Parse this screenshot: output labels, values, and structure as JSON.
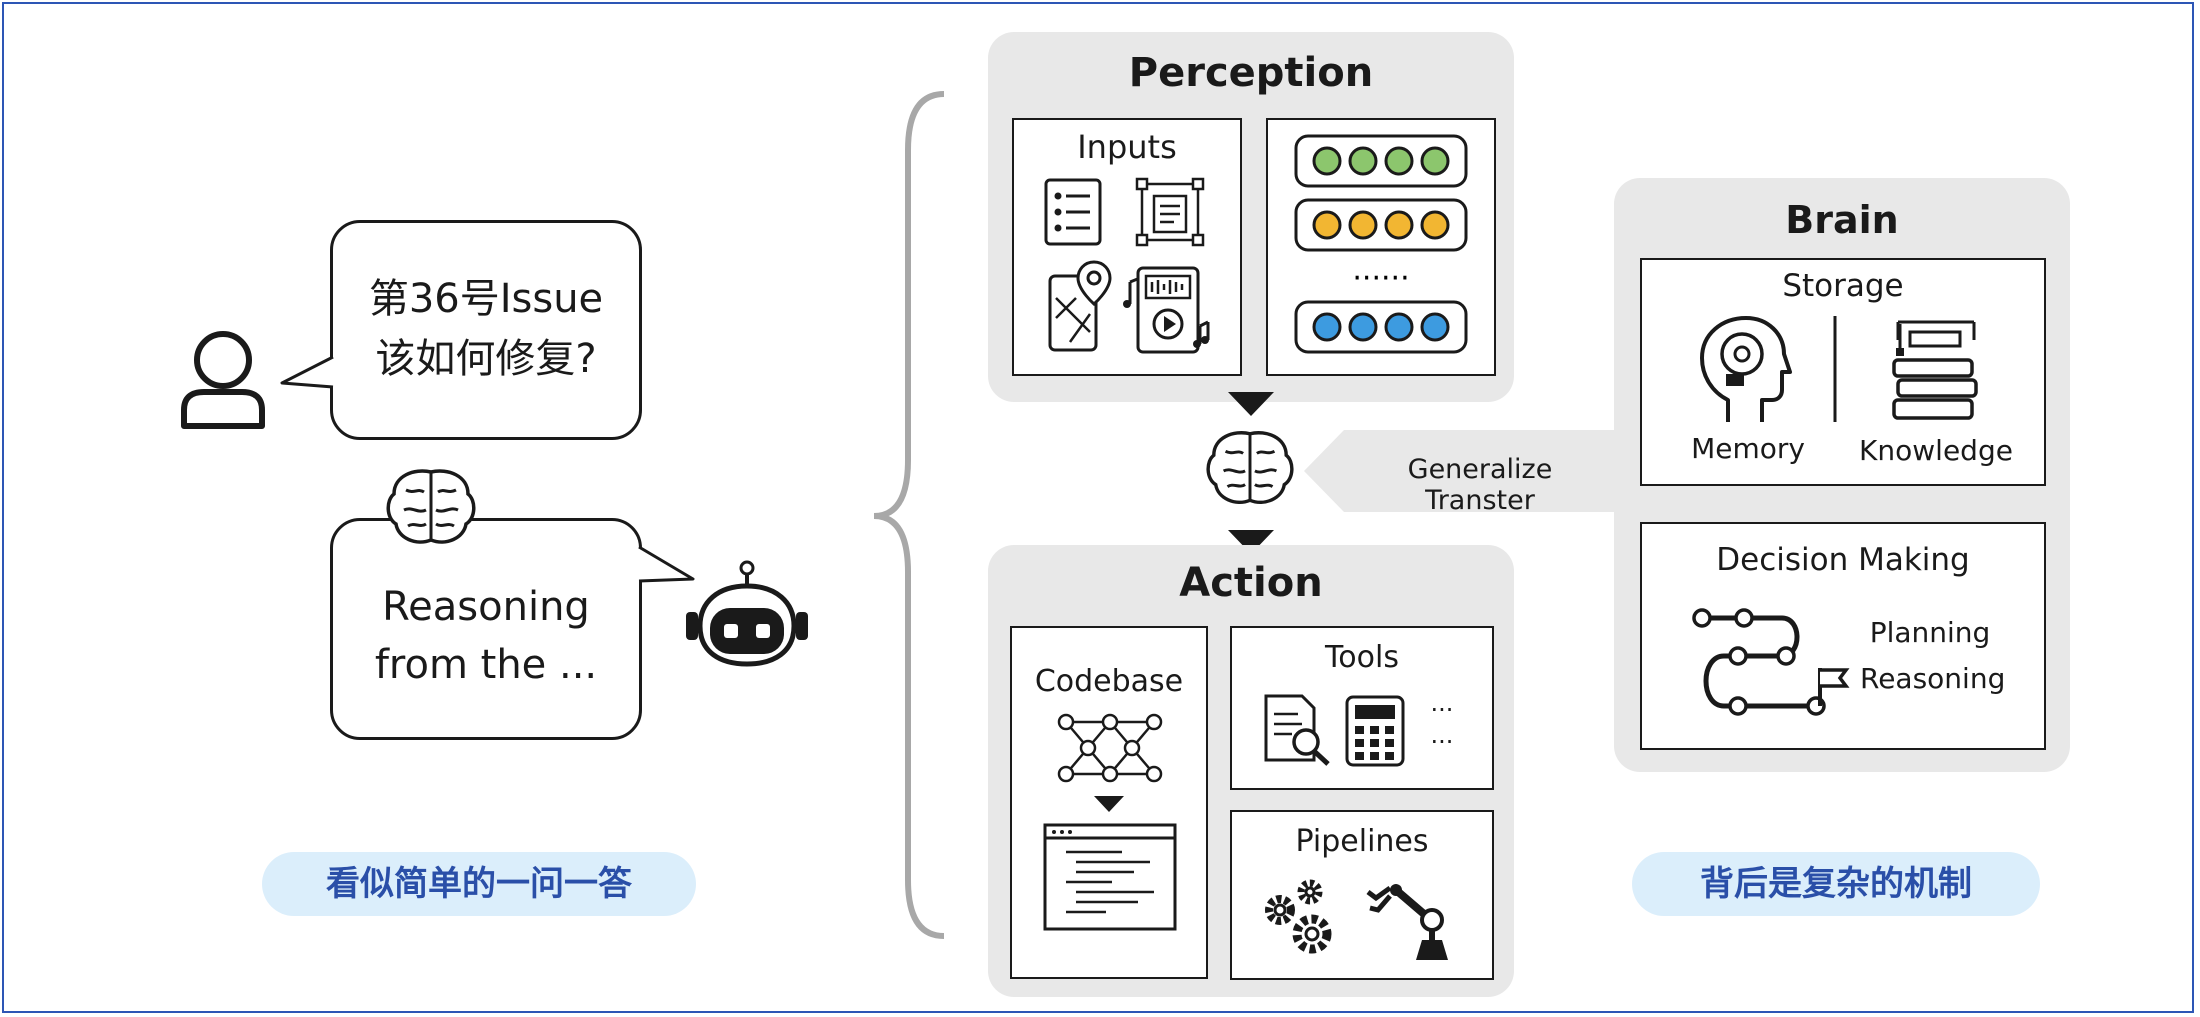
{
  "user_question": {
    "line1": "第36号Issue",
    "line2": "该如何修复?"
  },
  "agent_reply": {
    "line1": "Reasoning",
    "line2": "from the ..."
  },
  "left_caption": "看似简单的一问一答",
  "right_caption": "背后是复杂的机制",
  "perception": {
    "title": "Perception",
    "inputs_label": "Inputs",
    "dots": "······"
  },
  "action": {
    "title": "Action",
    "codebase_label": "Codebase",
    "tools_label": "Tools",
    "tools_more": "···",
    "pipelines_label": "Pipelines"
  },
  "brain": {
    "title": "Brain",
    "storage_label": "Storage",
    "memory_label": "Memory",
    "knowledge_label": "Knowledge",
    "decision_label": "Decision Making",
    "planning_label": "Planning",
    "reasoning_label": "Reasoning"
  },
  "transfer_label": "Generalize Transter",
  "colors": {
    "frame": "#2d56b5",
    "caption_text": "#2a4fa8",
    "caption_bg": "#dbeefb",
    "dot_green": "#8cc66d",
    "dot_yellow": "#f2b632",
    "dot_blue": "#3d9be0",
    "panel": "#e8e8e8"
  }
}
